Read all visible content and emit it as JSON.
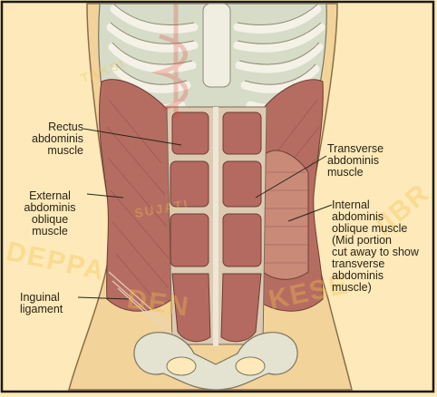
{
  "labels": {
    "rectus": "Rectus\nabdominis\nmuscle",
    "external": "External\nabdominis\noblique\nmuscle",
    "inguinal": "Inguinal\nligament",
    "transverse": "Transverse\nabdominis\nmuscle",
    "internal": "Internal\nabdominis\noblique muscle\n(Mid portion\ncut away to show\ntransverse\nabdominis\nmuscle)"
  },
  "watermark": {
    "word1": "TAKSI",
    "word2": "SUJATI",
    "word3": "DEPPA",
    "word4": "DEN",
    "word5": "KESE",
    "word6": "/IBR"
  },
  "colors": {
    "background": "#fbe7b4",
    "skin": "#f3d59c",
    "muscle": "#b87166",
    "muscle_dark": "#9a5850",
    "bone": "#e6e4d2",
    "tendon": "#ddcdb6",
    "line": "#2a2318",
    "watermark": "#f2c34a"
  }
}
